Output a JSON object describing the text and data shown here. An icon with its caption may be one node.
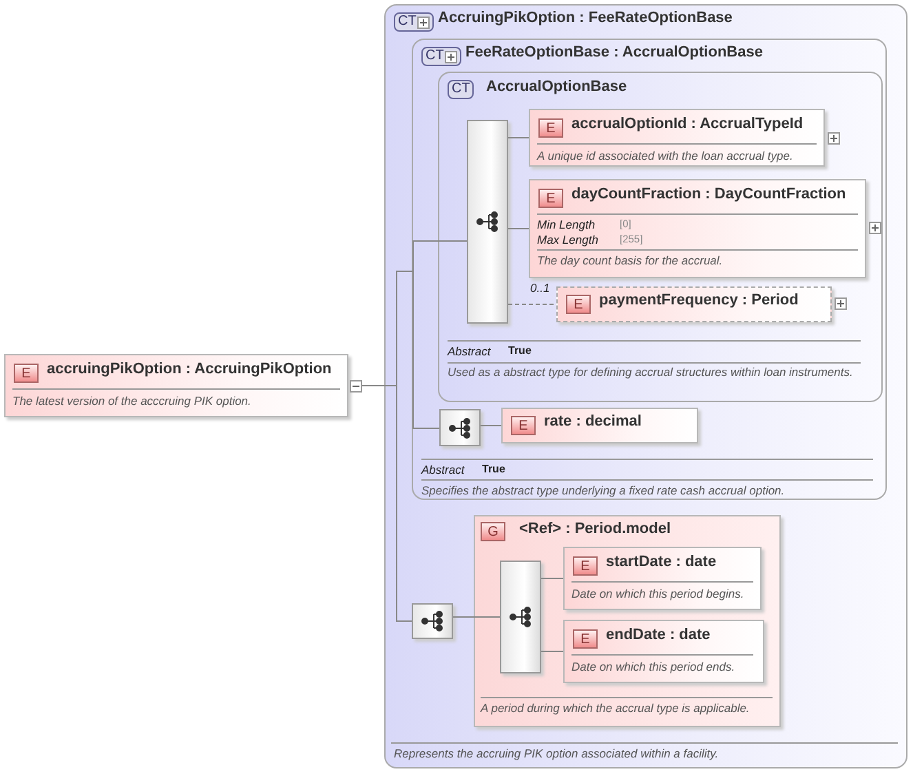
{
  "diagram": {
    "nodes": [
      {
        "text": [
          "E",
          "accruingPikOption : AccruingPikOption",
          "The latest version of the acccruing PIK option."
        ]
      },
      {
        "text": [
          "CT",
          "AccruingPikOption : FeeRateOptionBase",
          "Represents the accruing PIK option associated within a facility."
        ]
      },
      {
        "text": [
          "CT",
          "FeeRateOptionBase : AccrualOptionBase",
          "Abstract",
          "True",
          "Specifies the abstract type underlying a fixed rate cash accrual option."
        ],
        "in": 1
      },
      {
        "text": [
          "CT",
          "AccrualOptionBase",
          "Abstract",
          "True",
          "Used as a abstract type for defining accrual structures within loan instruments."
        ],
        "in": 2
      },
      {
        "text": [],
        "shape": "box",
        "in": 3
      },
      {
        "text": [
          "E",
          "accrualOptionId : AccrualTypeId",
          "A unique id associated with the loan accrual type."
        ],
        "in": 3
      },
      {
        "text": [
          "E",
          "dayCountFraction : DayCountFraction",
          "Min Length",
          "[0]",
          "Max Length",
          "[255]",
          "The day count basis for the accrual."
        ],
        "in": 3
      },
      {
        "text": [
          "E",
          "paymentFrequency : Period"
        ],
        "beside": [
          "0..1"
        ],
        "in": 3
      },
      {
        "text": [],
        "shape": "box",
        "in": 2
      },
      {
        "text": [
          "E",
          "rate : decimal"
        ],
        "in": 2
      },
      {
        "text": [],
        "shape": "box",
        "in": 1
      },
      {
        "text": [
          "G",
          "<Ref> : Period.model",
          "A period during which the accrual type is applicable."
        ],
        "in": 1
      },
      {
        "text": [],
        "shape": "box",
        "in": 11
      },
      {
        "text": [
          "E",
          "startDate : date",
          "Date on which this period begins."
        ],
        "in": 11
      },
      {
        "text": [
          "E",
          "endDate : date",
          "Date on which this period ends."
        ],
        "in": 11
      }
    ],
    "edges": [
      {
        "from": 0,
        "to": 4,
        "arrow": "none"
      },
      {
        "from": 0,
        "to": 8,
        "arrow": "none"
      },
      {
        "from": 0,
        "to": 10,
        "arrow": "none"
      },
      {
        "from": 4,
        "to": 5,
        "arrow": "none"
      },
      {
        "from": 4,
        "to": 6,
        "arrow": "none"
      },
      {
        "from": 4,
        "to": 7,
        "arrow": "none",
        "style": "dashed"
      },
      {
        "from": 8,
        "to": 9,
        "arrow": "none"
      },
      {
        "from": 10,
        "to": 12,
        "arrow": "none"
      },
      {
        "from": 12,
        "to": 13,
        "arrow": "none"
      },
      {
        "from": 12,
        "to": 14,
        "arrow": "none"
      }
    ]
  }
}
